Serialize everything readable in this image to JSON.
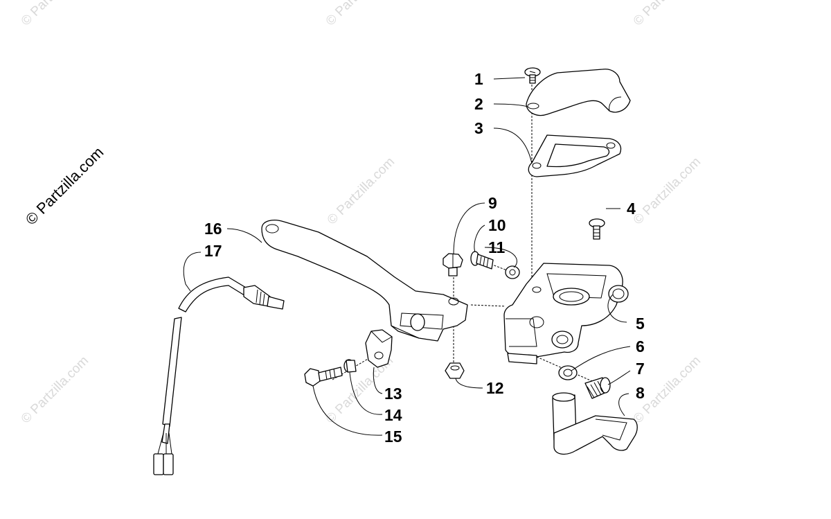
{
  "watermark": {
    "main": "© Partzilla.com",
    "faint": "© Partzilla.com"
  },
  "callouts": [
    {
      "num": "1",
      "part": "screw"
    },
    {
      "num": "2",
      "part": "top-cover"
    },
    {
      "num": "3",
      "part": "gasket"
    },
    {
      "num": "4",
      "part": "screw"
    },
    {
      "num": "5",
      "part": "master-cylinder-housing"
    },
    {
      "num": "6",
      "part": "nut"
    },
    {
      "num": "7",
      "part": "adjuster-screw"
    },
    {
      "num": "8",
      "part": "throttle-lever"
    },
    {
      "num": "9",
      "part": "pivot-bolt"
    },
    {
      "num": "10",
      "part": "bolt"
    },
    {
      "num": "11",
      "part": "nut"
    },
    {
      "num": "12",
      "part": "nut"
    },
    {
      "num": "13",
      "part": "clamp"
    },
    {
      "num": "14",
      "part": "washer"
    },
    {
      "num": "15",
      "part": "bolt"
    },
    {
      "num": "16",
      "part": "brake-lever"
    },
    {
      "num": "17",
      "part": "brake-switch"
    }
  ]
}
